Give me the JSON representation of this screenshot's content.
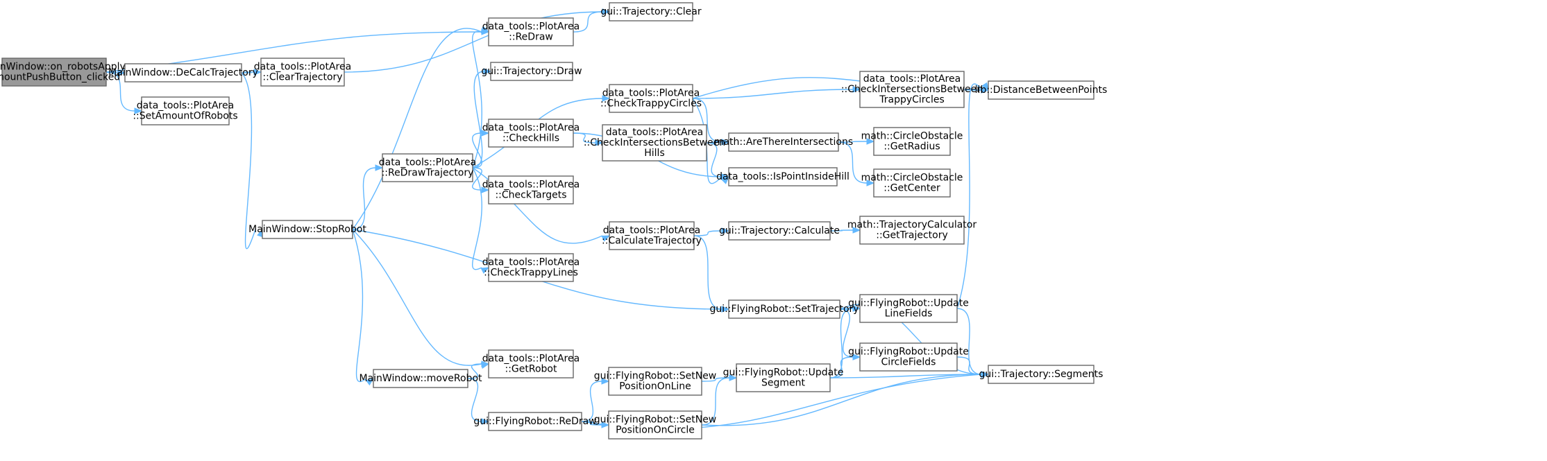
{
  "graph": {
    "nodes": [
      {
        "id": "n0",
        "root": true,
        "lines": [
          "MainWindow::on_robotsApply",
          "AmountPushButton_clicked"
        ]
      },
      {
        "id": "n1",
        "lines": [
          "MainWindow::DeCalcTrajectory"
        ]
      },
      {
        "id": "n2",
        "lines": [
          "data_tools::PlotArea",
          "::ClearTrajectory"
        ]
      },
      {
        "id": "n3",
        "lines": [
          "data_tools::PlotArea",
          "::SetAmountOfRobots"
        ]
      },
      {
        "id": "n4",
        "lines": [
          "MainWindow::StopRobot"
        ]
      },
      {
        "id": "n5",
        "lines": [
          "data_tools::PlotArea",
          "::ReDrawTrajectory"
        ]
      },
      {
        "id": "n6",
        "lines": [
          "MainWindow::moveRobot"
        ]
      },
      {
        "id": "n7",
        "lines": [
          "data_tools::PlotArea",
          "::ReDraw"
        ]
      },
      {
        "id": "n8",
        "lines": [
          "gui::Trajectory::Draw"
        ]
      },
      {
        "id": "n9",
        "lines": [
          "data_tools::PlotArea",
          "::CheckHills"
        ]
      },
      {
        "id": "n10",
        "lines": [
          "data_tools::PlotArea",
          "::CheckTargets"
        ]
      },
      {
        "id": "n11",
        "lines": [
          "data_tools::PlotArea",
          "::CheckTrappyLines"
        ]
      },
      {
        "id": "n12",
        "lines": [
          "data_tools::PlotArea",
          "::GetRobot"
        ]
      },
      {
        "id": "n13",
        "lines": [
          "gui::FlyingRobot::ReDraw"
        ]
      },
      {
        "id": "n14",
        "lines": [
          "gui::Trajectory::Clear"
        ]
      },
      {
        "id": "n15",
        "lines": [
          "data_tools::PlotArea",
          "::CheckTrappyCircles"
        ]
      },
      {
        "id": "n16",
        "lines": [
          "data_tools::PlotArea",
          "::CheckIntersectionsBetween",
          "Hills"
        ]
      },
      {
        "id": "n17",
        "lines": [
          "data_tools::PlotArea",
          "::CalculateTrajectory"
        ]
      },
      {
        "id": "n18",
        "lines": [
          "gui::FlyingRobot::SetNew",
          "PositionOnLine"
        ]
      },
      {
        "id": "n19",
        "lines": [
          "gui::FlyingRobot::SetNew",
          "PositionOnCircle"
        ]
      },
      {
        "id": "n20",
        "lines": [
          "math::AreThereIntersections"
        ]
      },
      {
        "id": "n21",
        "lines": [
          "data_tools::IsPointInsideHill"
        ]
      },
      {
        "id": "n22",
        "lines": [
          "gui::Trajectory::Calculate"
        ]
      },
      {
        "id": "n23",
        "lines": [
          "gui::FlyingRobot::SetTrajectory"
        ]
      },
      {
        "id": "n24",
        "lines": [
          "gui::FlyingRobot::Update",
          "Segment"
        ]
      },
      {
        "id": "n25",
        "lines": [
          "data_tools::PlotArea",
          "::CheckIntersectionsBetween",
          "TrappyCircles"
        ]
      },
      {
        "id": "n26",
        "lines": [
          "math::CircleObstacle",
          "::GetRadius"
        ]
      },
      {
        "id": "n27",
        "lines": [
          "math::CircleObstacle",
          "::GetCenter"
        ]
      },
      {
        "id": "n28",
        "lines": [
          "math::TrajectoryCalculator",
          "::GetTrajectory"
        ]
      },
      {
        "id": "n29",
        "lines": [
          "gui::FlyingRobot::Update",
          "LineFields"
        ]
      },
      {
        "id": "n30",
        "lines": [
          "gui::FlyingRobot::Update",
          "CircleFields"
        ]
      },
      {
        "id": "n31",
        "lines": [
          "lib::DistanceBetweenPoints"
        ]
      },
      {
        "id": "n32",
        "lines": [
          "gui::Trajectory::Segments"
        ]
      }
    ],
    "edges": [
      {
        "from": "n0",
        "to": "n7"
      },
      {
        "from": "n0",
        "to": "n1"
      },
      {
        "from": "n0",
        "to": "n3"
      },
      {
        "from": "n1",
        "to": "n2"
      },
      {
        "from": "n1",
        "to": "n4"
      },
      {
        "from": "n2",
        "to": "n14"
      },
      {
        "from": "n4",
        "to": "n7"
      },
      {
        "from": "n4",
        "to": "n5"
      },
      {
        "from": "n4",
        "to": "n23"
      },
      {
        "from": "n4",
        "to": "n12"
      },
      {
        "from": "n4",
        "to": "n6"
      },
      {
        "from": "n5",
        "to": "n7"
      },
      {
        "from": "n5",
        "to": "n8"
      },
      {
        "from": "n5",
        "to": "n15"
      },
      {
        "from": "n5",
        "to": "n9"
      },
      {
        "from": "n5",
        "to": "n10"
      },
      {
        "from": "n5",
        "to": "n17"
      },
      {
        "from": "n5",
        "to": "n11"
      },
      {
        "from": "n6",
        "to": "n12"
      },
      {
        "from": "n6",
        "to": "n13"
      },
      {
        "from": "n7",
        "to": "n14"
      },
      {
        "from": "n9",
        "to": "n16"
      },
      {
        "from": "n9",
        "to": "n21"
      },
      {
        "from": "n13",
        "to": "n18"
      },
      {
        "from": "n13",
        "to": "n19"
      },
      {
        "from": "n13",
        "to": "n32"
      },
      {
        "from": "n15",
        "to": "n31"
      },
      {
        "from": "n15",
        "to": "n25"
      },
      {
        "from": "n15",
        "to": "n20"
      },
      {
        "from": "n15",
        "to": "n21"
      },
      {
        "from": "n16",
        "to": "n20"
      },
      {
        "from": "n16",
        "to": "n21"
      },
      {
        "from": "n17",
        "to": "n22"
      },
      {
        "from": "n17",
        "to": "n23"
      },
      {
        "from": "n18",
        "to": "n24"
      },
      {
        "from": "n19",
        "to": "n24"
      },
      {
        "from": "n19",
        "to": "n32"
      },
      {
        "from": "n20",
        "to": "n26"
      },
      {
        "from": "n20",
        "to": "n27"
      },
      {
        "from": "n22",
        "to": "n28"
      },
      {
        "from": "n23",
        "to": "n29"
      },
      {
        "from": "n23",
        "to": "n30"
      },
      {
        "from": "n23",
        "to": "n32"
      },
      {
        "from": "n24",
        "to": "n29"
      },
      {
        "from": "n24",
        "to": "n30"
      },
      {
        "from": "n24",
        "to": "n32"
      },
      {
        "from": "n25",
        "to": "n31"
      },
      {
        "from": "n29",
        "to": "n31"
      },
      {
        "from": "n29",
        "to": "n32"
      },
      {
        "from": "n30",
        "to": "n32"
      }
    ]
  }
}
